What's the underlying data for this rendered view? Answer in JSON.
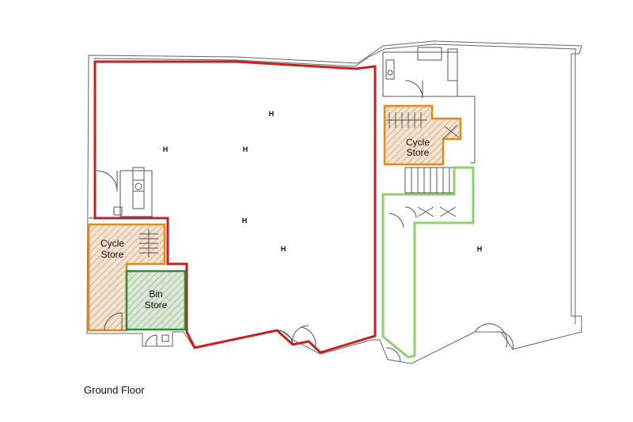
{
  "title": "Ground Floor",
  "rooms": {
    "cycle_store_left": [
      "Cycle",
      "Store"
    ],
    "bin_store": [
      "Bin",
      "Store"
    ],
    "cycle_store_right": [
      "Cycle",
      "Store"
    ]
  },
  "marker": "H",
  "colors": {
    "unit_red": "#c8201e",
    "cycle_orange": "#e48a1a",
    "bin_green": "#2e8b3a",
    "corridor_green": "#8fd16a",
    "wall": "#555555",
    "hatch": "#c9a37a"
  }
}
